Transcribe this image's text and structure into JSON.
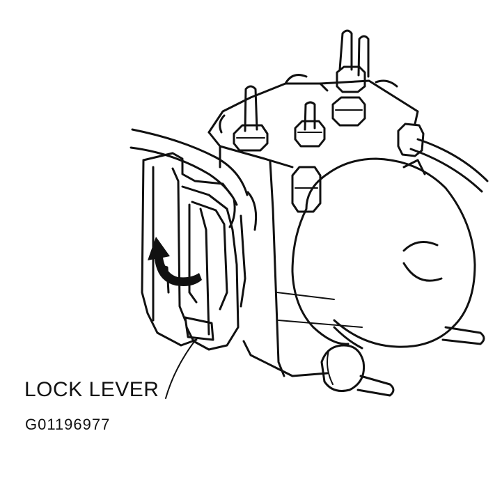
{
  "callout": {
    "text": "LOCK LEVER",
    "target": "lock-lever"
  },
  "figure": {
    "id": "G01196977"
  },
  "colors": {
    "ink": "#111111",
    "background": "#ffffff"
  },
  "icons": {
    "rotation_arrow": "curved-arrow-icon"
  }
}
